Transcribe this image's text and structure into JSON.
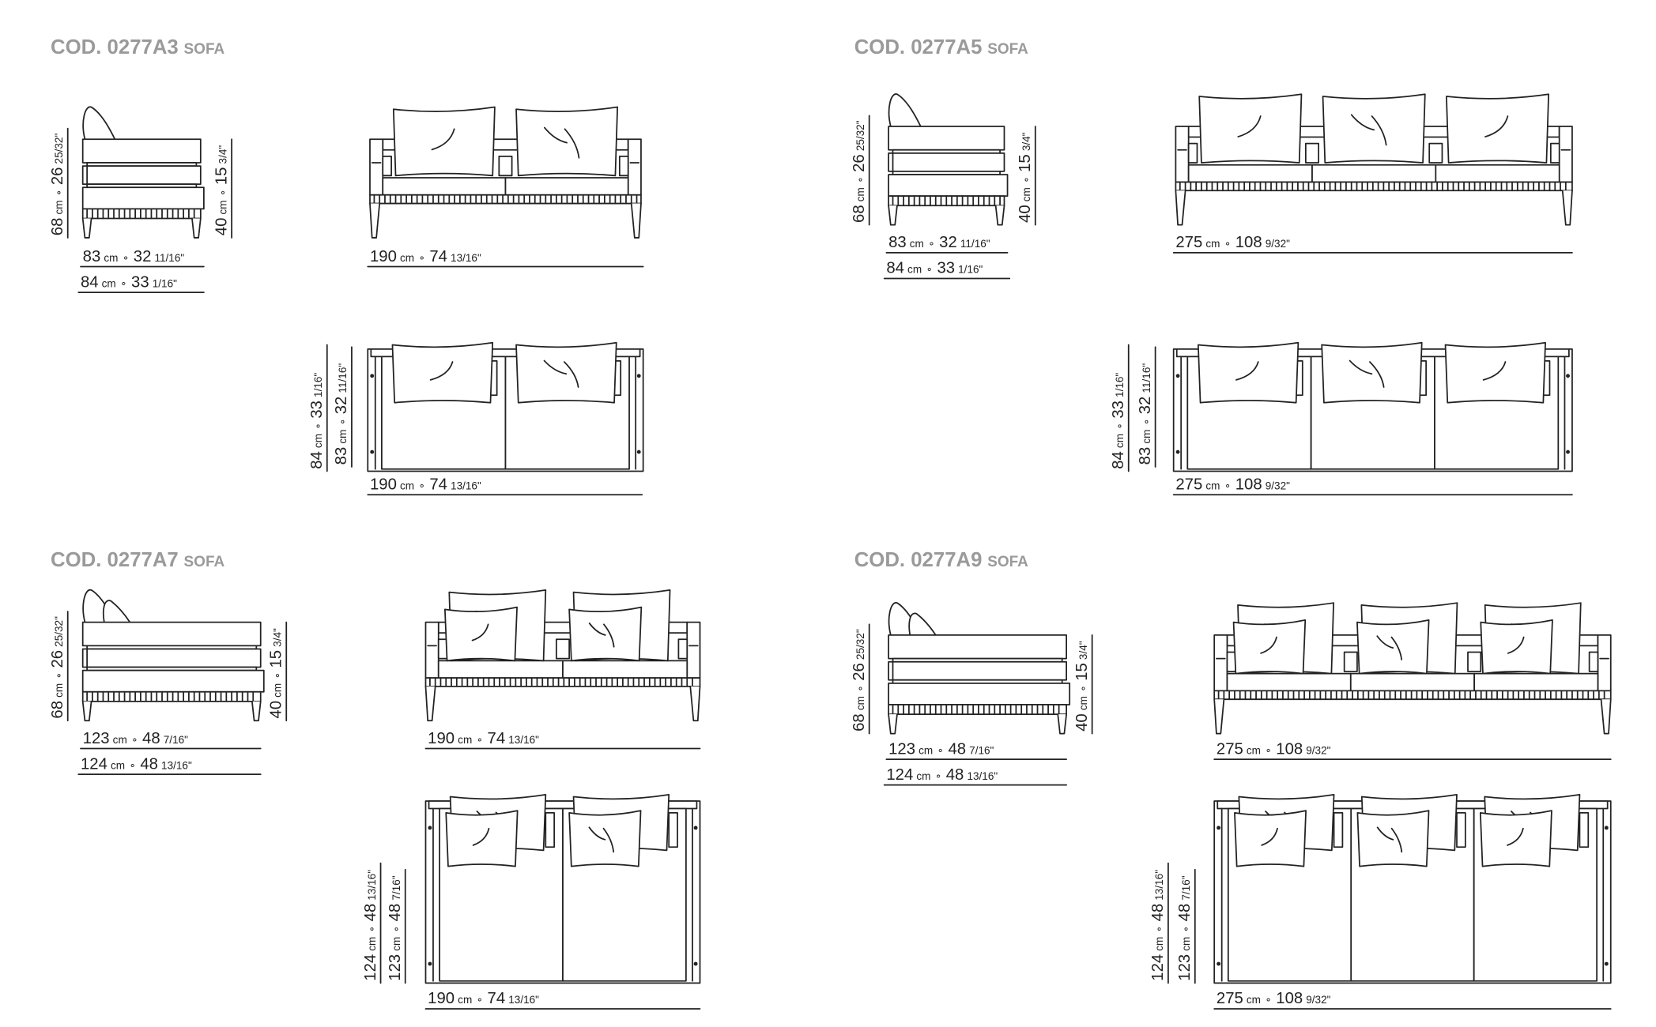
{
  "units": {
    "cm": "cm",
    "sep": "∘"
  },
  "sections": [
    {
      "code": "COD. 0277A3",
      "type": "SOFA",
      "seats": 2,
      "double_pillows": false,
      "side_view": {
        "height": {
          "cm": "68",
          "in": "26",
          "frac": "25/32\""
        },
        "seat_height": {
          "cm": "40",
          "in": "15",
          "frac": "3/4\""
        },
        "depth": {
          "cm": "83",
          "in": "32",
          "frac": "11/16\""
        },
        "depth_total": {
          "cm": "84",
          "in": "33",
          "frac": "1/16\""
        }
      },
      "front_view": {
        "width": {
          "cm": "190",
          "in": "74",
          "frac": "13/16\""
        }
      },
      "top_view": {
        "width": {
          "cm": "190",
          "in": "74",
          "frac": "13/16\""
        },
        "depth_total": {
          "cm": "84",
          "in": "33",
          "frac": "1/16\""
        },
        "depth": {
          "cm": "83",
          "in": "32",
          "frac": "11/16\""
        }
      }
    },
    {
      "code": "COD. 0277A5",
      "type": "SOFA",
      "seats": 3,
      "double_pillows": false,
      "side_view": {
        "height": {
          "cm": "68",
          "in": "26",
          "frac": "25/32\""
        },
        "seat_height": {
          "cm": "40",
          "in": "15",
          "frac": "3/4\""
        },
        "depth": {
          "cm": "83",
          "in": "32",
          "frac": "11/16\""
        },
        "depth_total": {
          "cm": "84",
          "in": "33",
          "frac": "1/16\""
        }
      },
      "front_view": {
        "width": {
          "cm": "275",
          "in": "108",
          "frac": "9/32\""
        }
      },
      "top_view": {
        "width": {
          "cm": "275",
          "in": "108",
          "frac": "9/32\""
        },
        "depth_total": {
          "cm": "84",
          "in": "33",
          "frac": "1/16\""
        },
        "depth": {
          "cm": "83",
          "in": "32",
          "frac": "11/16\""
        }
      }
    },
    {
      "code": "COD. 0277A7",
      "type": "SOFA",
      "seats": 2,
      "double_pillows": true,
      "side_view": {
        "height": {
          "cm": "68",
          "in": "26",
          "frac": "25/32\""
        },
        "seat_height": {
          "cm": "40",
          "in": "15",
          "frac": "3/4\""
        },
        "depth": {
          "cm": "123",
          "in": "48",
          "frac": "7/16\""
        },
        "depth_total": {
          "cm": "124",
          "in": "48",
          "frac": "13/16\""
        }
      },
      "front_view": {
        "width": {
          "cm": "190",
          "in": "74",
          "frac": "13/16\""
        }
      },
      "top_view": {
        "width": {
          "cm": "190",
          "in": "74",
          "frac": "13/16\""
        },
        "depth_total": {
          "cm": "124",
          "in": "48",
          "frac": "13/16\""
        },
        "depth": {
          "cm": "123",
          "in": "48",
          "frac": "7/16\""
        }
      }
    },
    {
      "code": "COD. 0277A9",
      "type": "SOFA",
      "seats": 3,
      "double_pillows": true,
      "side_view": {
        "height": {
          "cm": "68",
          "in": "26",
          "frac": "25/32\""
        },
        "seat_height": {
          "cm": "40",
          "in": "15",
          "frac": "3/4\""
        },
        "depth": {
          "cm": "123",
          "in": "48",
          "frac": "7/16\""
        },
        "depth_total": {
          "cm": "124",
          "in": "48",
          "frac": "13/16\""
        }
      },
      "front_view": {
        "width": {
          "cm": "275",
          "in": "108",
          "frac": "9/32\""
        }
      },
      "top_view": {
        "width": {
          "cm": "275",
          "in": "108",
          "frac": "9/32\""
        },
        "depth_total": {
          "cm": "124",
          "in": "48",
          "frac": "13/16\""
        },
        "depth": {
          "cm": "123",
          "in": "48",
          "frac": "7/16\""
        }
      }
    }
  ]
}
